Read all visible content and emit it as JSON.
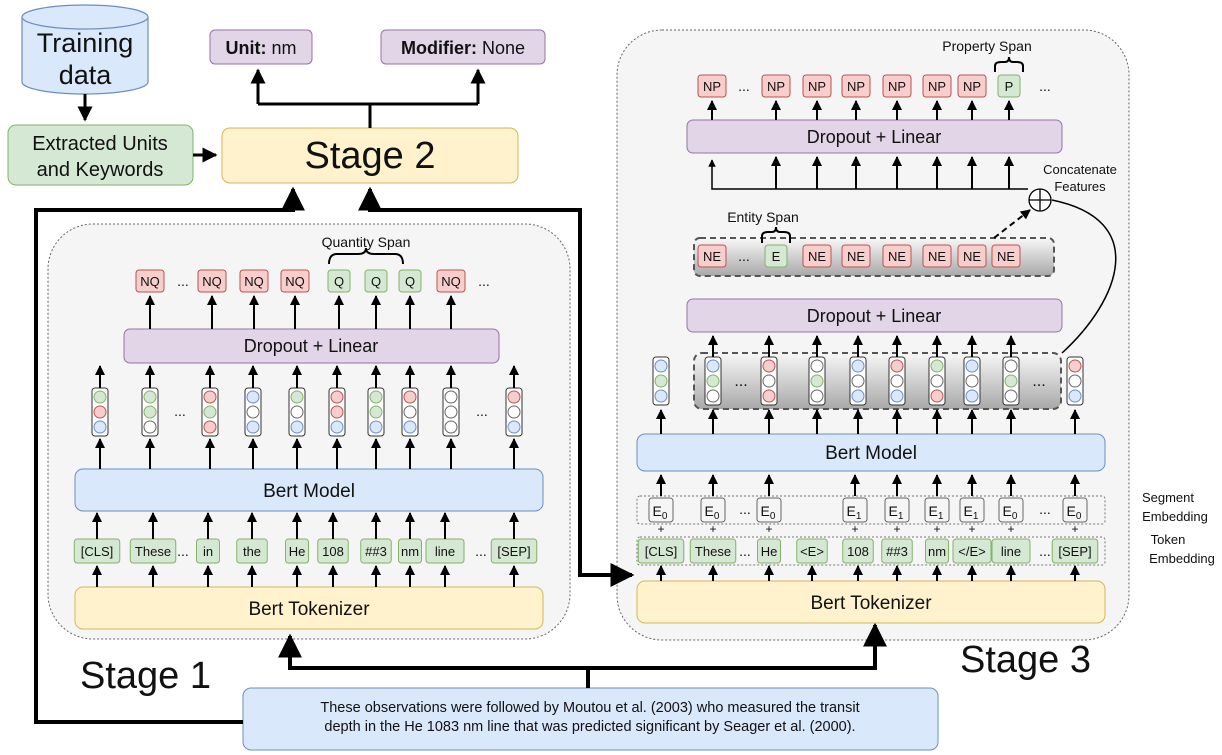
{
  "training_data": [
    "Training",
    "data"
  ],
  "extracted": [
    "Extracted Units",
    "and Keywords"
  ],
  "stage2": "Stage 2",
  "unit_label": "Unit:",
  "unit_value": "nm",
  "modifier_label": "Modifier:",
  "modifier_value": "None",
  "stage1_title": "Stage 1",
  "stage3_title": "Stage 3",
  "input_sentence": [
    "These observations were followed by Moutou et al. (2003) who measured the transit",
    "depth in the He 1083 nm line that was predicted significant by Seager et al. (2000)."
  ],
  "stage1": {
    "quantity_span": "Quantity Span",
    "outputs": [
      "NQ",
      "...",
      "NQ",
      "NQ",
      "NQ",
      "Q",
      "Q",
      "Q",
      "NQ",
      "..."
    ],
    "dropout": "Dropout + Linear",
    "bert_model": "Bert Model",
    "tokens": [
      "[CLS]",
      "These",
      "...",
      "in",
      "the",
      "He",
      "108",
      "##3",
      "nm",
      "line",
      "...",
      "[SEP]"
    ],
    "tokenizer": "Bert Tokenizer"
  },
  "stage3": {
    "property_span": "Property Span",
    "outputs": [
      "NP",
      "...",
      "NP",
      "NP",
      "NP",
      "NP",
      "NP",
      "NP",
      "P",
      "..."
    ],
    "dropout_top": "Dropout + Linear",
    "concatenate": [
      "Concatenate",
      "Features"
    ],
    "entity_span": "Entity Span",
    "entities": [
      "NE",
      "...",
      "E",
      "NE",
      "NE",
      "NE",
      "NE",
      "NE",
      "NE"
    ],
    "dropout_mid": "Dropout + Linear",
    "bert_model": "Bert Model",
    "segments": [
      {
        "base": "E",
        "sub": "0"
      },
      {
        "base": "E",
        "sub": "0"
      },
      {
        "base": "...",
        "sub": ""
      },
      {
        "base": "E",
        "sub": "0"
      },
      {
        "base": "E",
        "sub": "1"
      },
      {
        "base": "E",
        "sub": "1"
      },
      {
        "base": "E",
        "sub": "1"
      },
      {
        "base": "E",
        "sub": "1"
      },
      {
        "base": "E",
        "sub": "0"
      },
      {
        "base": "...",
        "sub": ""
      },
      {
        "base": "E",
        "sub": "0"
      }
    ],
    "segment_label": [
      "Segment",
      "Embedding"
    ],
    "tokens": [
      "[CLS]",
      "These",
      "...",
      "He",
      "<E>",
      "108",
      "##3",
      "nm",
      "</E>",
      "line",
      "...",
      "[SEP]"
    ],
    "token_label": [
      "Token",
      "Embedding"
    ],
    "tokenizer": "Bert Tokenizer",
    "ellipsis": "..."
  },
  "colors": {
    "db_fill": "#dae8fc",
    "db_stroke": "#6c8ebf",
    "green_fill": "#d5e8d4",
    "green_stroke": "#82b366",
    "yellow_fill": "#fff2cc",
    "yellow_stroke": "#d6b656",
    "purple_fill": "#e1d5e7",
    "purple_stroke": "#9673a6",
    "blue_fill": "#dae8fc",
    "blue_stroke": "#6c8ebf",
    "red_fill": "#f8cecc",
    "red_stroke": "#b85450",
    "panel_fill": "#f5f5f5",
    "panel_stroke": "#666666"
  }
}
